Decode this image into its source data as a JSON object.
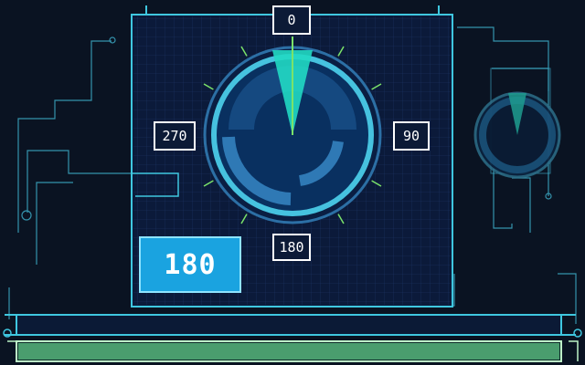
{
  "compass": {
    "north_label": "0",
    "east_label": "90",
    "south_label": "180",
    "west_label": "270",
    "heading_degrees": 0
  },
  "readout": {
    "heading_value": "180"
  },
  "minimap": {
    "heading_degrees": 0
  },
  "progress_bar": {
    "fill_fraction": 1.0
  },
  "colors": {
    "background": "#0a1322",
    "panel": "#0b1a3a",
    "frame": "#3fc7e0",
    "radar_ring": "#46c2df",
    "needle": "#21d9c3",
    "tick": "#7be36a",
    "readout_bg": "#1aa3e0",
    "bar_fill": "#4a9d6e"
  }
}
